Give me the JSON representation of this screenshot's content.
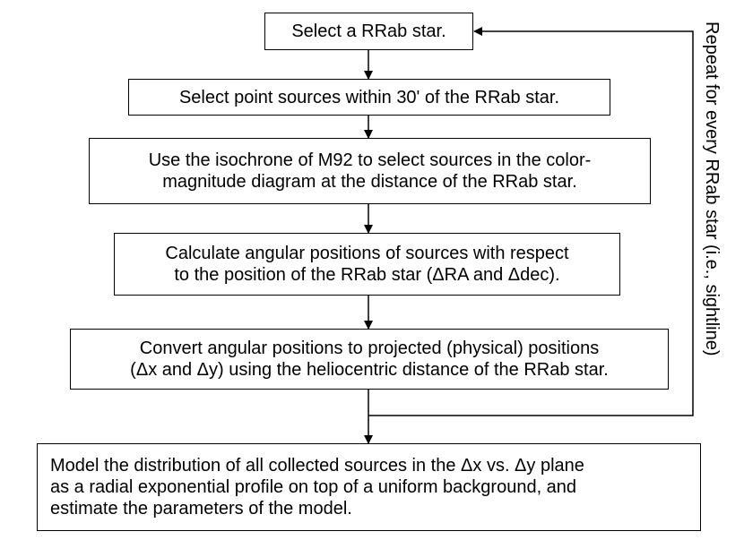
{
  "steps": [
    {
      "id": "select-rrab",
      "text": "Select a RRab star."
    },
    {
      "id": "select-point-sources",
      "text": "Select point sources within 30' of the RRab star."
    },
    {
      "id": "isochrone-selection",
      "lines": [
        "Use the isochrone of M92 to select sources in the color-",
        "magnitude diagram at the distance of the RRab star."
      ]
    },
    {
      "id": "angular-positions",
      "lines": [
        "Calculate angular positions of sources with respect",
        "to the position of the RRab star (ΔRA and Δdec)."
      ]
    },
    {
      "id": "projected-positions",
      "lines": [
        "Convert angular positions to projected (physical) positions",
        "(Δx and Δy) using the heliocentric distance of the RRab star."
      ]
    },
    {
      "id": "model-distribution",
      "lines": [
        "Model the distribution of all collected sources in the Δx vs. Δy plane",
        "as a radial exponential profile on top of a uniform background, and",
        "estimate the parameters of the model."
      ]
    }
  ],
  "loop_label": "Repeat for every RRab star (i.e., sightline)"
}
